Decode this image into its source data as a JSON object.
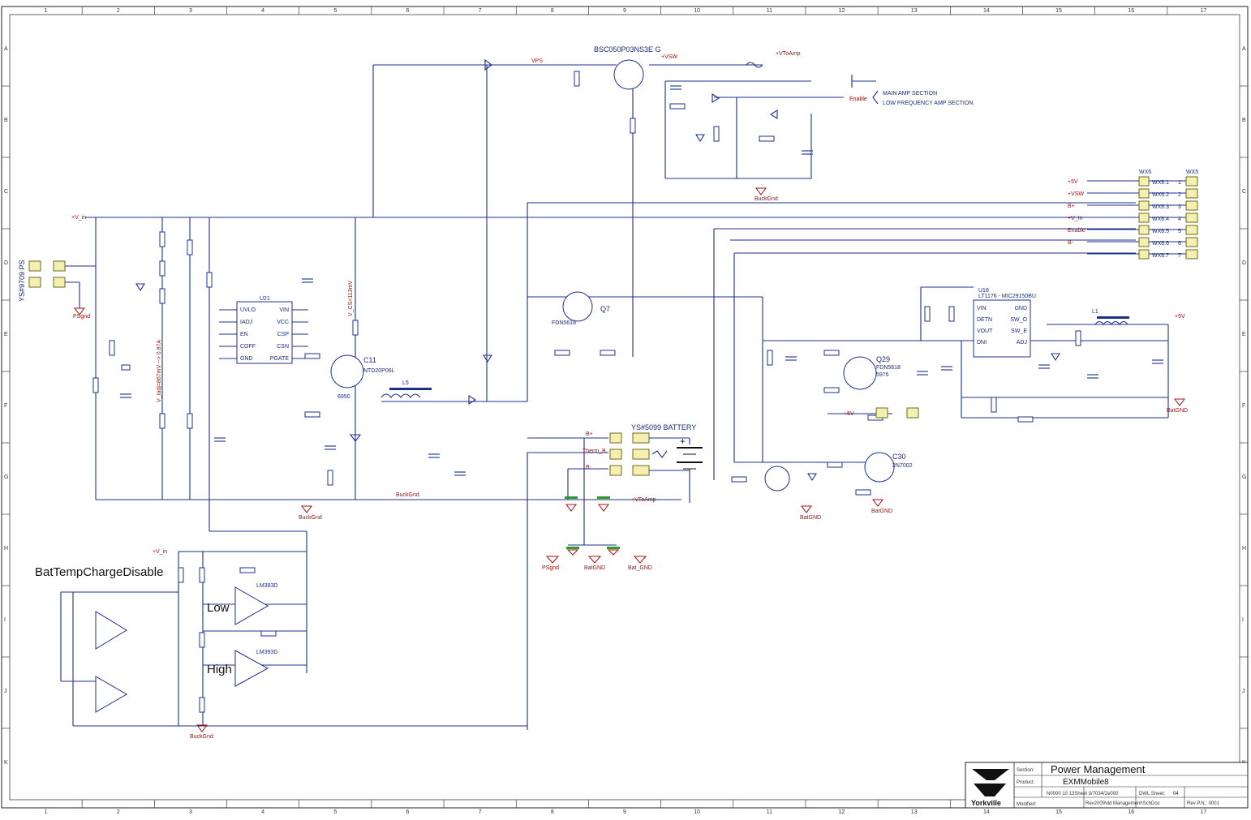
{
  "grid": {
    "columns": [
      "1",
      "2",
      "3",
      "4",
      "5",
      "6",
      "7",
      "8",
      "9",
      "10",
      "11",
      "12",
      "13",
      "14",
      "15",
      "16",
      "17"
    ],
    "rows": [
      "A",
      "B",
      "C",
      "D",
      "E",
      "F",
      "G",
      "H",
      "I",
      "J",
      "K"
    ]
  },
  "labels": {
    "ps_connector": "YS#9709 PS",
    "battery_connector": "YS#5099 BATTERY",
    "bat_temp": "BatTempChargeDisable",
    "low": "Low",
    "high": "High",
    "q_top": "BSC050P03NS3E G",
    "c11": "C11",
    "c11_part": "NTD20P06L",
    "c11_code": "6950",
    "q7": "Q7",
    "q7_part": "FDN5618",
    "q29": "Q29",
    "q29_part": "FDN5618",
    "q29_code": "5976",
    "c30": "C30",
    "c30_part": "2N7002",
    "u21": "U21",
    "u18": "U18",
    "u18_part": "LT1176 - MIC29150BU",
    "l5": "L5",
    "l1": "L1",
    "lm_low": "LM393D",
    "lm_high": "LM393D",
    "vdd_annot": "V_Iadj=867mV --> 0.87A",
    "vcs_annot": "V_CS=113mV",
    "net_vps": "VPS",
    "net_vtoamp1": "+VToAmp",
    "net_vtoamp2": "+VToAmp",
    "net_buckgnd": "BuckGnd",
    "net_buckgnd2": "BuckGnd",
    "net_buckgnd3": "BuckGnd",
    "net_psgnd": "PSgnd",
    "net_psgnd2": "PSgnd",
    "net_batgnd": "BatGND",
    "net_batgnd2": "BatGND",
    "net_batgnd3": "BatGND",
    "net_bat_gnd": "Bat_GND",
    "net_bplus": "B+",
    "net_therm": "Therm_B",
    "net_b": "B-",
    "net_vin": "+V_in",
    "net_vin2": "+V_in",
    "net_5v": "+5V",
    "net_5v2": "+5V",
    "net_5v3": "+5V",
    "net_vsw": "+VSW",
    "net_enable": "Enable",
    "main_amp": "MAIN AMP SECTION",
    "low_freq_amp": "LOW FREQUENCY AMP SECTION",
    "wx_left": "WX6",
    "wx_right": "WX5",
    "u21_pins": [
      "UVLO",
      "IADJ",
      "EN",
      "COFF",
      "GND",
      "VIN",
      "VCC",
      "CSP",
      "CSN",
      "PGATE"
    ],
    "u18_pins": [
      "VIN",
      "DETN",
      "VOUT",
      "DNI",
      "GND",
      "SW_O",
      "SW_E",
      "ADJ"
    ],
    "wx_pins": [
      "WX6.1",
      "WX6.2",
      "WX6.3",
      "WX6.4",
      "WX6.5",
      "WX6.6",
      "WX6.7"
    ],
    "wx_nums": [
      "1",
      "2",
      "3",
      "4",
      "5",
      "6",
      "7"
    ],
    "wx_nets": [
      "+5V",
      "+VSW",
      "B+",
      "+V_In",
      "Enable",
      "B-",
      ""
    ]
  },
  "title_block": {
    "section_label": "Section:",
    "section": "Power Management",
    "product_label": "Product:",
    "product": "EXMMobile8",
    "revision_row": "N0000 10 13Sheet 3/7034/2e000",
    "dwg_label": "DWL Sheet:",
    "dwg_value": "04",
    "modified_label": "Modified:",
    "file": "Rev2009\\dd Management\\SchDoc",
    "rev": "Rev P.N.: 0001",
    "company": "Yorkville"
  }
}
